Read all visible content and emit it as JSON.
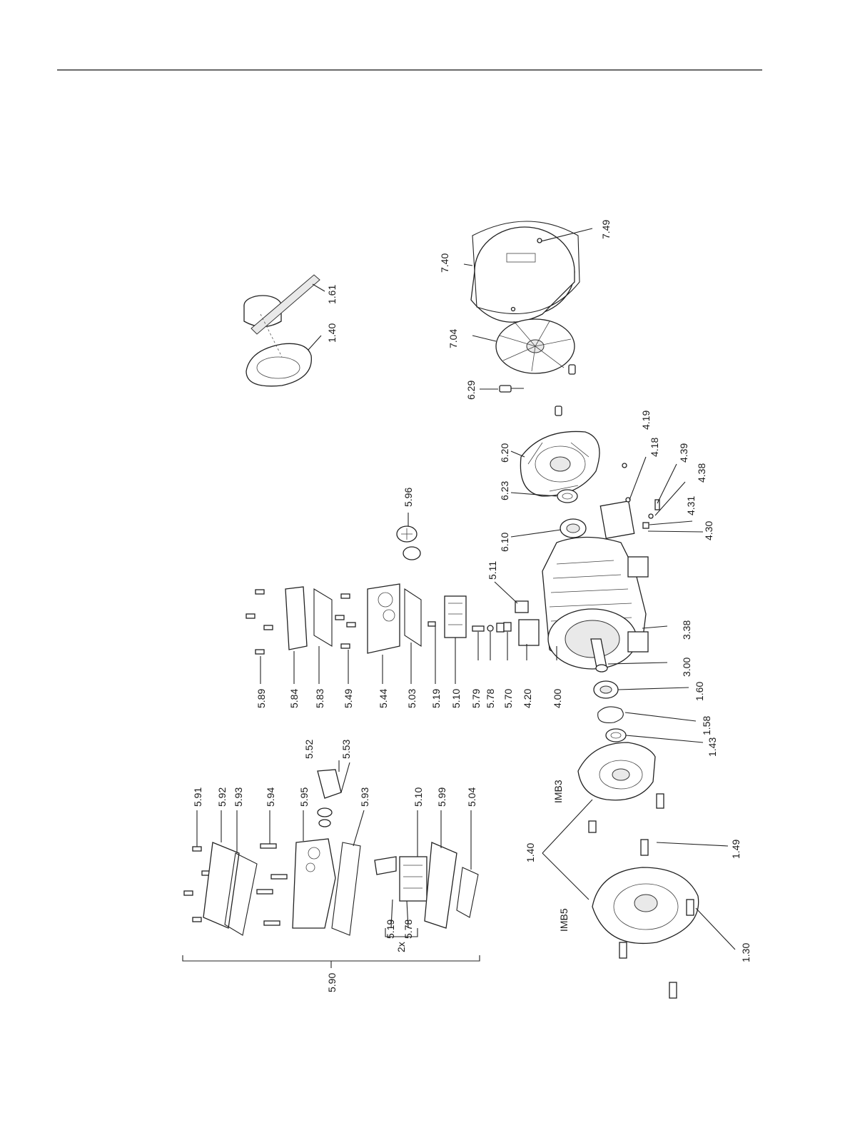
{
  "labels": {
    "l_749": "7.49",
    "l_740": "7.40",
    "l_704": "7.04",
    "l_629": "6.29",
    "l_161": "1.61",
    "l_140top": "1.40",
    "l_620": "6.20",
    "l_623": "6.23",
    "l_610": "6.10",
    "l_596": "5.96",
    "l_419": "4.19",
    "l_418": "4.18",
    "l_439": "4.39",
    "l_438": "4.38",
    "l_431": "4.31",
    "l_430": "4.30",
    "l_511": "5.11",
    "l_589": "5.89",
    "l_584": "5.84",
    "l_583": "5.83",
    "l_549": "5.49",
    "l_544": "5.44",
    "l_503": "5.03",
    "l_519": "5.19",
    "l_510": "5.10",
    "l_579": "5.79",
    "l_578": "5.78",
    "l_570": "5.70",
    "l_420": "4.20",
    "l_400": "4.00",
    "l_338": "3.38",
    "l_300": "3.00",
    "l_160": "1.60",
    "l_158": "1.58",
    "l_143": "1.43",
    "l_imb3": "IMB3",
    "l_imb5": "IMB5",
    "l_140": "1.40",
    "l_149": "1.49",
    "l_130": "1.30",
    "l_591": "5.91",
    "l_592": "5.92",
    "l_593a": "5.93",
    "l_594": "5.94",
    "l_595": "5.95",
    "l_552": "5.52",
    "l_553": "5.53",
    "l_593b": "5.93",
    "l_510b": "5.10",
    "l_599": "5.99",
    "l_504": "5.04",
    "l_519b": "5.19",
    "l_578b": "5.78",
    "l_2x": "2x",
    "l_590": "5.90"
  }
}
